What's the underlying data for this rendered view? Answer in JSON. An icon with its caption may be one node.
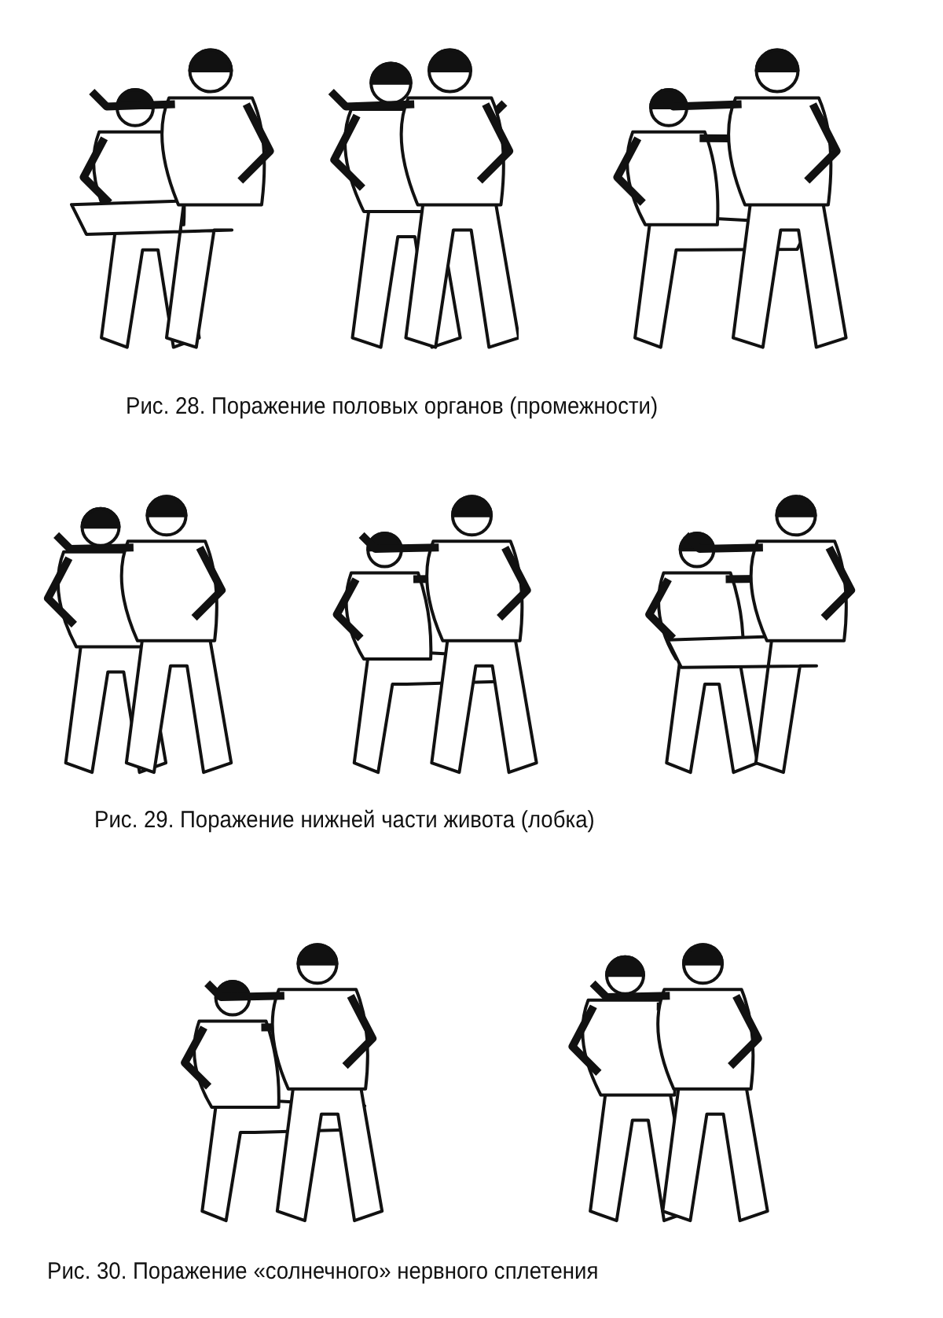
{
  "diagram": {
    "labels": [
      "Рис. 28. Поражение половых органов (промежности)",
      "Рис. 29. Поражение нижней части живота (лобка)",
      "Рис. 30. Поражение «солнечного» нервного сплетения"
    ]
  }
}
